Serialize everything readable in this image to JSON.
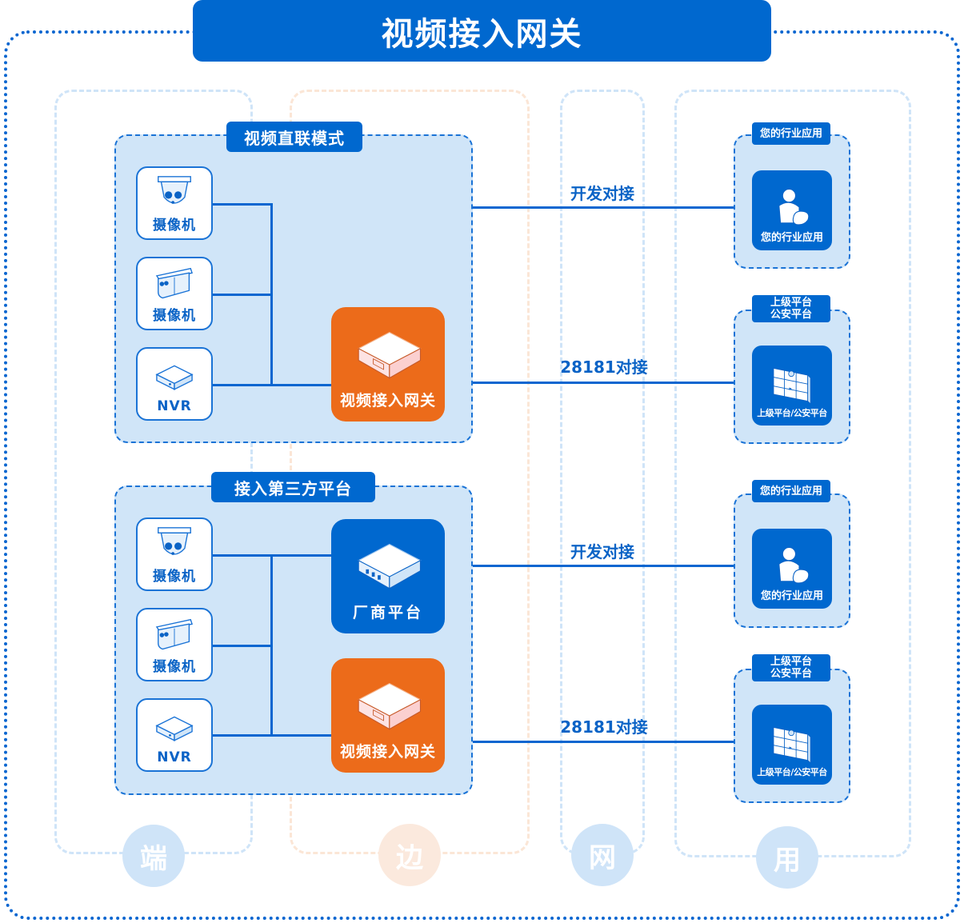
{
  "title": "视频接入网关",
  "lanes": [
    {
      "id": "duan",
      "label": "端"
    },
    {
      "id": "bian",
      "label": "边"
    },
    {
      "id": "wang",
      "label": "网"
    },
    {
      "id": "yong",
      "label": "用"
    }
  ],
  "groups": [
    {
      "label": "视频直联模式",
      "devices": [
        {
          "label": "摄像机",
          "icon": "dome-camera-icon"
        },
        {
          "label": "摄像机",
          "icon": "bullet-camera-icon"
        },
        {
          "label": "NVR",
          "icon": "nvr-icon"
        }
      ],
      "gateways": [
        {
          "label": "视频接入网关",
          "icon": "gateway-server-icon",
          "color": "#ec6b1a"
        }
      ],
      "connections": [
        {
          "label": "开发对接",
          "target": {
            "header": [
              "您的行业应用"
            ],
            "card": "您的行业应用",
            "icon": "user-app-icon"
          }
        },
        {
          "label": "28181对接",
          "target": {
            "header": [
              "上级平台",
              "公安平台"
            ],
            "card": "上级平台/公安平台",
            "icon": "video-wall-icon"
          }
        }
      ]
    },
    {
      "label": "接入第三方平台",
      "devices": [
        {
          "label": "摄像机",
          "icon": "dome-camera-icon"
        },
        {
          "label": "摄像机",
          "icon": "bullet-camera-icon"
        },
        {
          "label": "NVR",
          "icon": "nvr-icon"
        }
      ],
      "gateways": [
        {
          "label": "厂商平台",
          "icon": "vendor-server-icon",
          "color": "#0068cf"
        },
        {
          "label": "视频接入网关",
          "icon": "gateway-server-icon",
          "color": "#ec6b1a"
        }
      ],
      "connections": [
        {
          "label": "开发对接",
          "target": {
            "header": [
              "您的行业应用"
            ],
            "card": "您的行业应用",
            "icon": "user-app-icon"
          }
        },
        {
          "label": "28181对接",
          "target": {
            "header": [
              "上级平台",
              "公安平台"
            ],
            "card": "上级平台/公安平台",
            "icon": "video-wall-icon"
          }
        }
      ]
    }
  ],
  "colors": {
    "primary": "#0068cf",
    "accent_orange": "#ec6b1a",
    "panel_bg": "#d0e5f8"
  }
}
